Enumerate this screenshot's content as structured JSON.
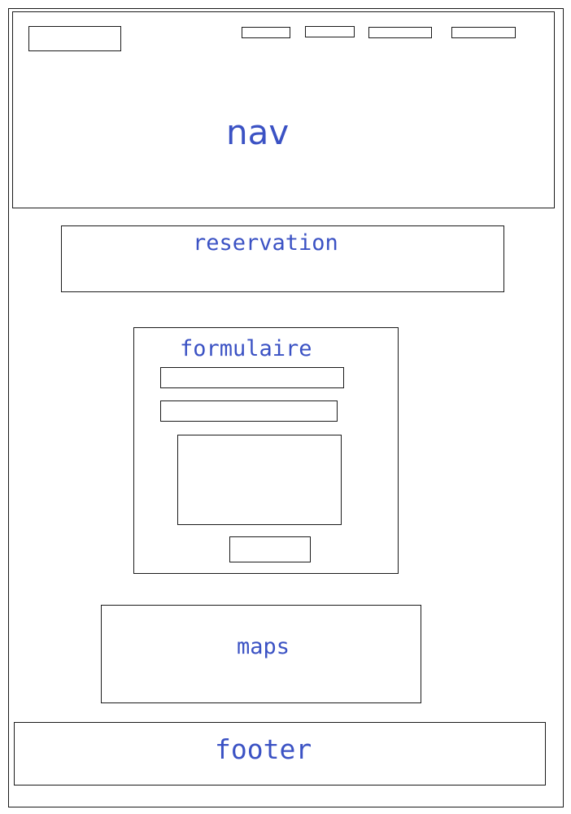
{
  "wireframe": {
    "colors": {
      "stroke": "#1a1a1a",
      "label": "#3b52c4",
      "background": "#ffffff"
    },
    "nav": {
      "label": "nav",
      "link_count": 4
    },
    "reservation": {
      "label": "reservation"
    },
    "form": {
      "label": "formulaire",
      "fields": 2,
      "has_textarea": true,
      "has_submit": true
    },
    "maps": {
      "label": "maps"
    },
    "footer": {
      "label": "footer"
    }
  }
}
